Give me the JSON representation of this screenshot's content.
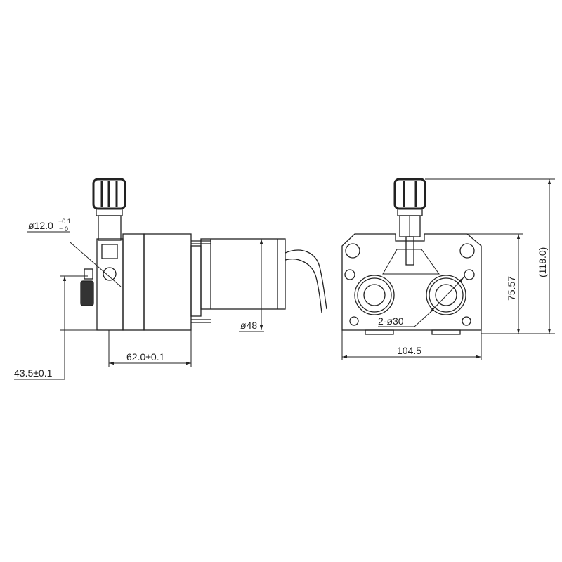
{
  "drawing": {
    "side_view": {
      "shaft_diameter": {
        "prefix": "ø12.0",
        "upper_tol": "+0.1",
        "lower_tol": "0",
        "minus": "−"
      },
      "height_offset": "43.5±0.1",
      "depth": "62.0±0.1",
      "motor_diameter": "ø48"
    },
    "front_view": {
      "width": "104.5",
      "body_height": "75.57",
      "total_height": "(118.0)",
      "roller_diameter": "2-ø30"
    }
  },
  "colors": {
    "line": "#222222",
    "knob": "#333333"
  }
}
